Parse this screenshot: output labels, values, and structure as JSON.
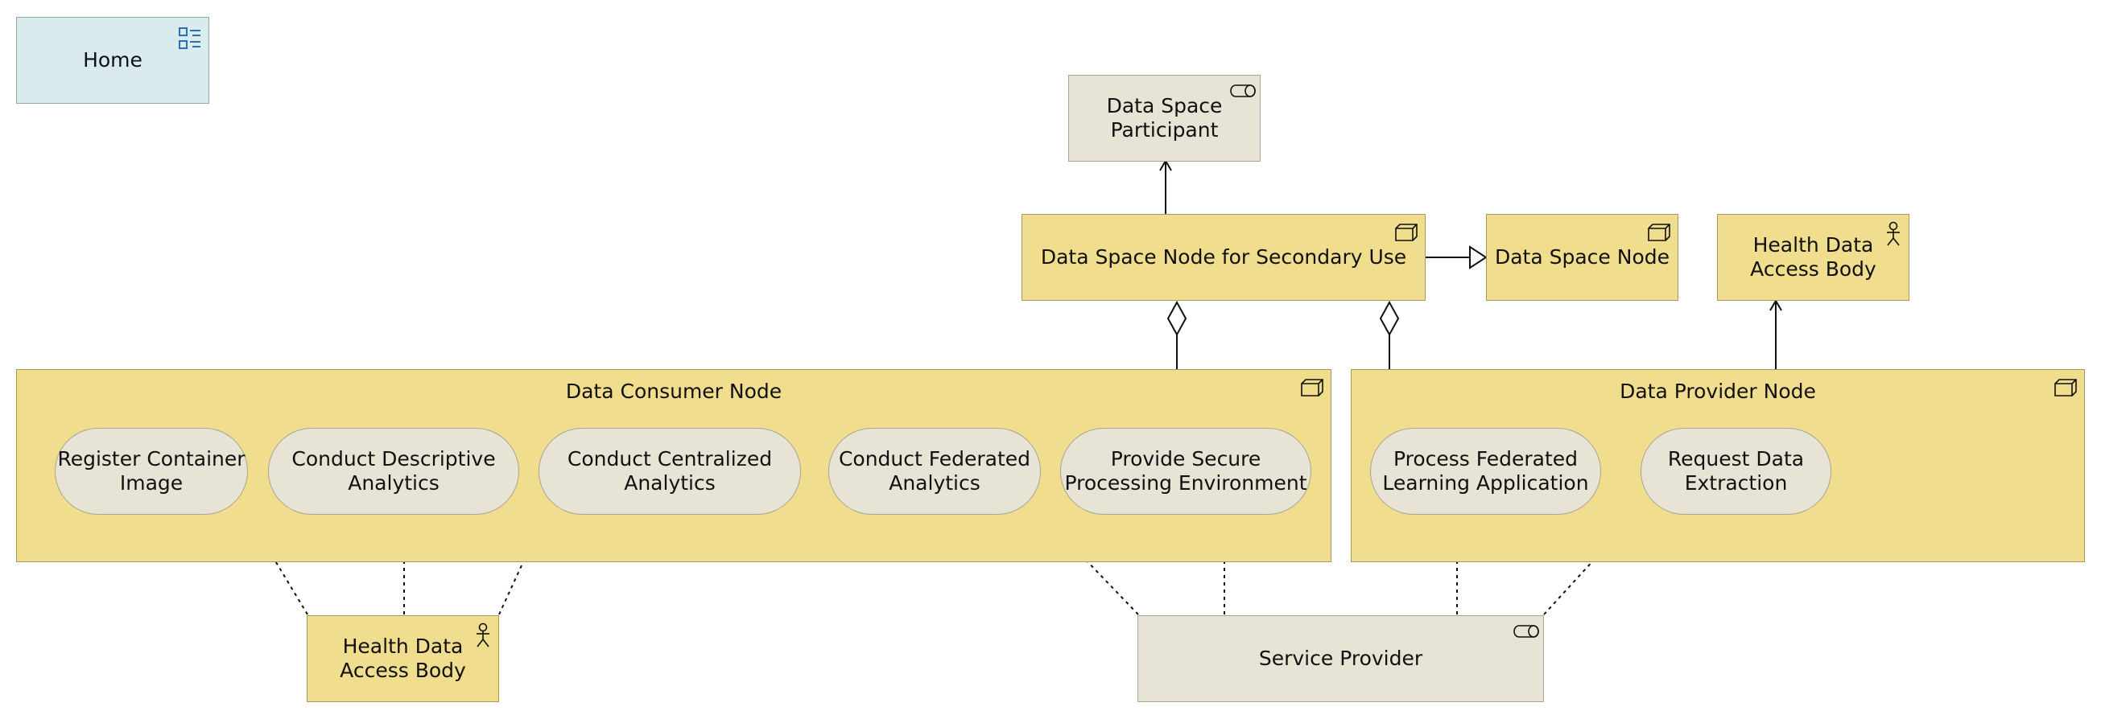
{
  "colors": {
    "node_fill": "#f0dd8d",
    "service_fill": "#e7e4d6",
    "home_fill": "#d9ebee",
    "line": "#111111"
  },
  "home": {
    "label": "Home",
    "icon": "navigation-model-icon"
  },
  "elements": {
    "data_space_participant": {
      "label": "Data Space Participant",
      "icon": "business-role-icon"
    },
    "data_space_node_secondary": {
      "label": "Data Space Node for Secondary Use",
      "icon": "node-icon"
    },
    "data_space_node": {
      "label": "Data Space Node",
      "icon": "node-icon"
    },
    "health_data_access_body_top": {
      "label": "Health Data Access Body",
      "icon": "actor-icon"
    },
    "data_consumer_node": {
      "label": "Data Consumer Node",
      "icon": "node-icon"
    },
    "data_provider_node": {
      "label": "Data Provider Node",
      "icon": "node-icon"
    },
    "register_container_image": {
      "label": "Register Container Image"
    },
    "conduct_descriptive_analytics": {
      "label": "Conduct Descriptive Analytics"
    },
    "conduct_centralized_analytics": {
      "label": "Conduct Centralized Analytics"
    },
    "conduct_federated_analytics": {
      "label": "Conduct Federated Analytics"
    },
    "provide_secure_processing_environment": {
      "label": "Provide Secure Processing Environment"
    },
    "process_federated_learning_application": {
      "label": "Process Federated Learning Application"
    },
    "request_data_extraction": {
      "label": "Request Data Extraction"
    },
    "health_data_access_body_bottom": {
      "label": "Health Data Access Body",
      "icon": "actor-icon"
    },
    "service_provider": {
      "label": "Service Provider",
      "icon": "business-role-icon"
    }
  }
}
